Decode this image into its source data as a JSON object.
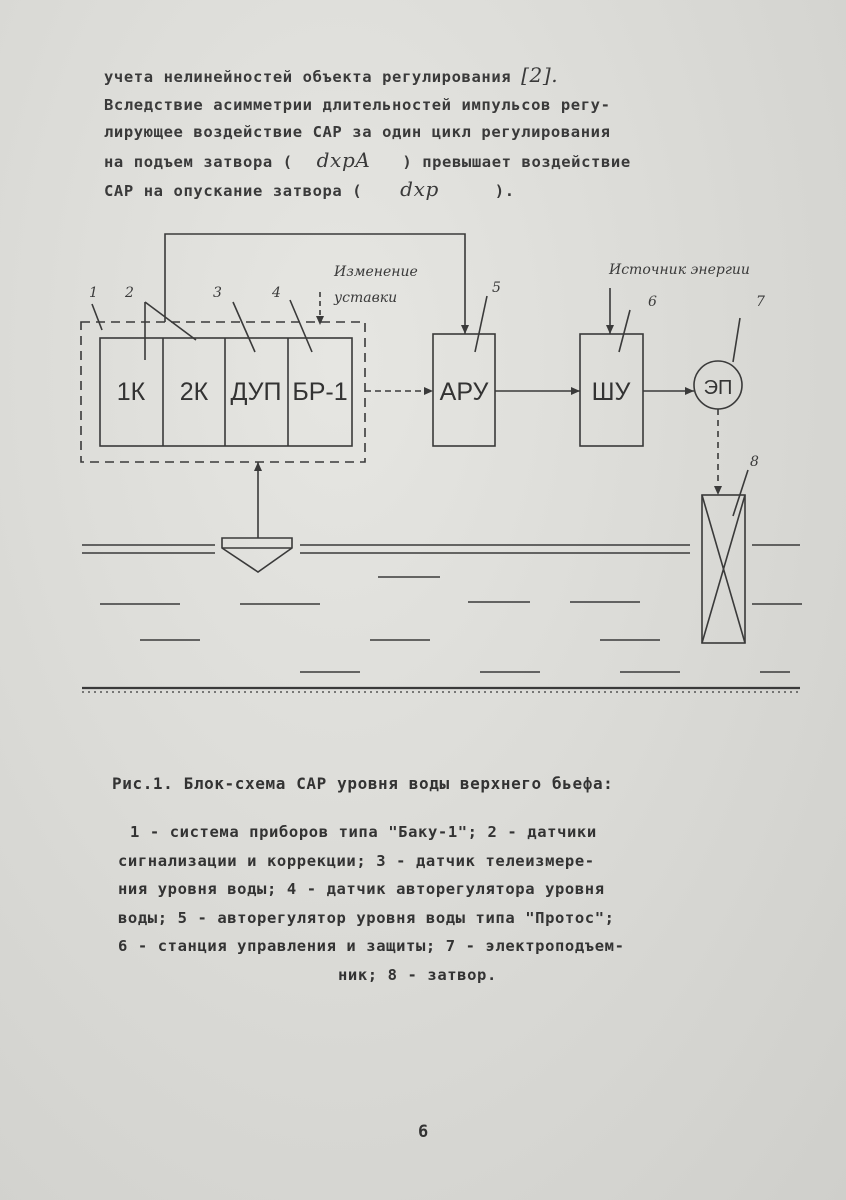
{
  "text": {
    "lines": [
      "учета нелинейностей объекта регулирования",
      "Вследствие асимметрии длительностей импульсов регу-",
      "лирующее воздействие САР за один цикл регулирования",
      "на подъем затвора (",
      "САР на опускание затвора ("
    ],
    "ref": "[2].",
    "dxpa": "dxpA",
    "line4_tail": ") превышает воздействие",
    "dxp": "dxp",
    "line5_tail": ")."
  },
  "diagram": {
    "labels": {
      "setpoint_change_1": "Изменение",
      "setpoint_change_2": "уставки",
      "energy_source": "Источник энергии"
    },
    "numbers": [
      "1",
      "2",
      "3",
      "4",
      "5",
      "6",
      "7",
      "8"
    ],
    "blocks": {
      "k1": "1К",
      "k2": "2К",
      "dup": "ДУП",
      "br1": "БР-1",
      "aru": "АРУ",
      "shu": "ШУ",
      "ep": "ЭП"
    }
  },
  "caption": "Рис.1. Блок-схема САР уровня воды верхнего бьефа:",
  "legend": [
    "1 - система приборов типа \"Баку-1\"; 2 - датчики",
    "сигнализации и коррекции; 3 - датчик телеизмере-",
    "ния уровня воды; 4 - датчик авторегулятора уровня",
    "воды; 5 - авторегулятор уровня воды типа \"Протос\";",
    "6 - станция управления и защиты; 7 - электроподъем-",
    "ник; 8 - затвор."
  ],
  "page_number": "6"
}
